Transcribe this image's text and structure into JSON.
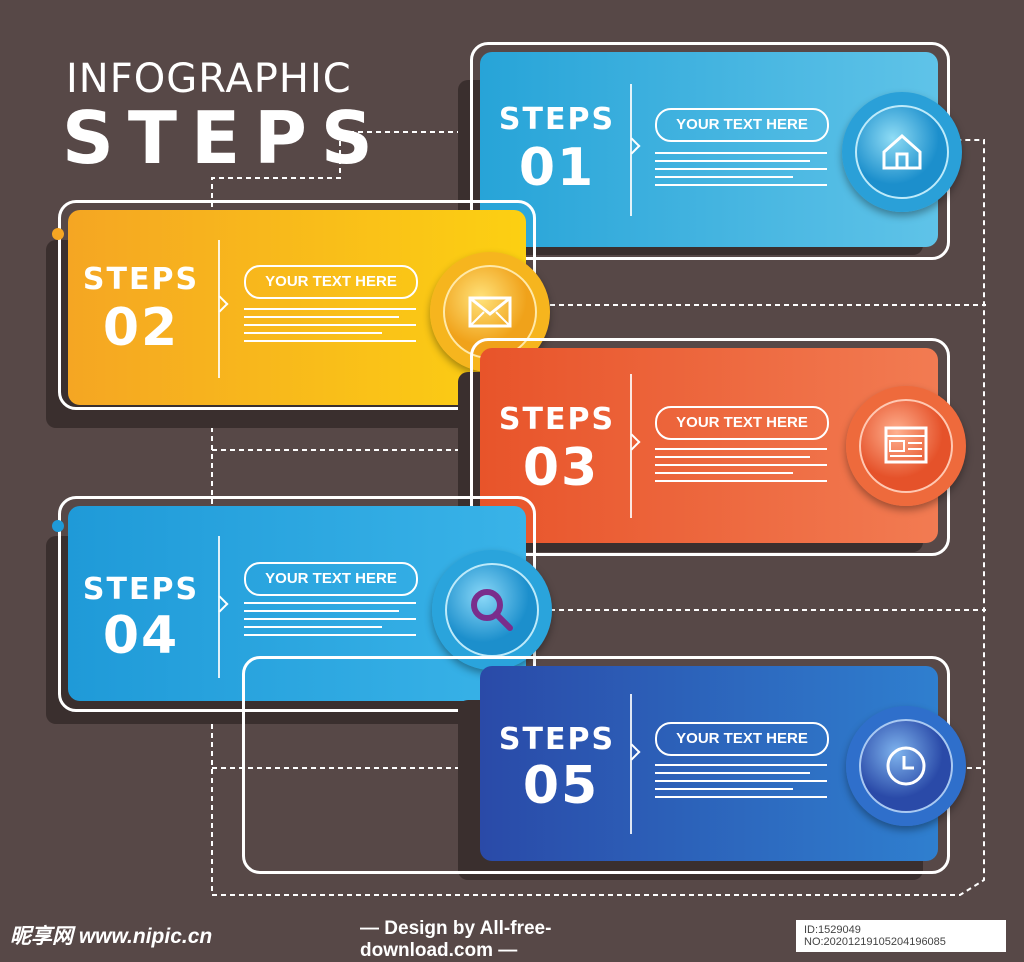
{
  "title": {
    "line1": "INFOGRAPHIC",
    "line2": "STEPS"
  },
  "steps": [
    {
      "label": "STEPS",
      "number": "01",
      "pill": "YOUR TEXT HERE",
      "icon": "home-icon",
      "color_from": "#27a4d8",
      "color_to": "#5fc3e8"
    },
    {
      "label": "STEPS",
      "number": "02",
      "pill": "YOUR TEXT HERE",
      "icon": "envelope-icon",
      "color_from": "#f5a623",
      "color_to": "#fcd012"
    },
    {
      "label": "STEPS",
      "number": "03",
      "pill": "YOUR TEXT HERE",
      "icon": "layout-icon",
      "color_from": "#e8542a",
      "color_to": "#f27b52"
    },
    {
      "label": "STEPS",
      "number": "04",
      "pill": "YOUR TEXT HERE",
      "icon": "search-icon",
      "color_from": "#1f9ad8",
      "color_to": "#39b3e8"
    },
    {
      "label": "STEPS",
      "number": "05",
      "pill": "YOUR TEXT HERE",
      "icon": "clock-icon",
      "color_from": "#2a4aa8",
      "color_to": "#2f7fcf"
    }
  ],
  "footer": {
    "left": "昵享网 www.nipic.cn",
    "middle": "— Design by All-free-download.com —",
    "right": "ID:1529049 NO:20201219105204196085"
  }
}
